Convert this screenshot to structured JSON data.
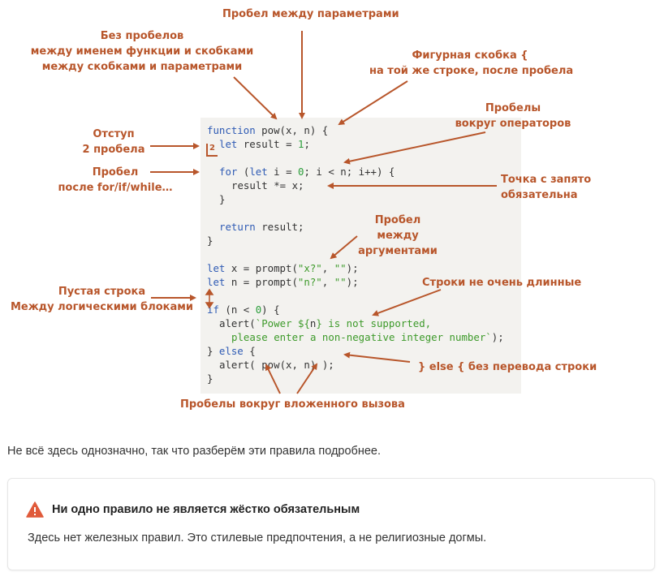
{
  "annotations": {
    "spaces_between_params": "Пробел между параметрами",
    "no_spaces_line1": "Без пробелов",
    "no_spaces_line2": "между именем функции и скобками",
    "no_spaces_line3": "между скобками и параметрами",
    "brace_line1": "Фигурная скобка {",
    "brace_line2": "на той же строке, после пробела",
    "indent_line1": "Отступ",
    "indent_line2": "2 пробела",
    "operators_line1": "Пробелы",
    "operators_line2": "вокруг операторов",
    "for_if_line1": "Пробел",
    "for_if_line2": "после for/if/while…",
    "semicolon_line1": "Точка с запято",
    "semicolon_line2": "обязательна",
    "args_line1": "Пробел",
    "args_line2": "между",
    "args_line3": "аргументами",
    "short_lines": "Строки не очень длинные",
    "blank_line1": "Пустая строка",
    "blank_line2": "Между логическими блоками",
    "else_note": "} else { без перевода строки",
    "nested_call": "Пробелы вокруг вложенного вызова",
    "indent_badge": "2"
  },
  "code": {
    "l1_kw": "function",
    "l1_rest": " pow(x, n) {",
    "l2_kw": "let",
    "l2_a": " result = ",
    "l2_num": "1",
    "l2_b": ";",
    "l3_kw": "for",
    "l3_a": " (",
    "l3_kw2": "let",
    "l3_b": " i = ",
    "l3_num": "0",
    "l3_c": "; i < n; i++) {",
    "l4": "result *= x;",
    "l5": "}",
    "l6_kw": "return",
    "l6_rest": " result;",
    "l7": "}",
    "l8_kw": "let",
    "l8_a": " x = prompt(",
    "l8_s1": "\"x?\"",
    "l8_b": ", ",
    "l8_s2": "\"\"",
    "l8_c": ");",
    "l9_kw": "let",
    "l9_a": " n = prompt(",
    "l9_s1": "\"n?\"",
    "l9_b": ", ",
    "l9_s2": "\"\"",
    "l9_c": ");",
    "l10_kw": "if",
    "l10_a": " (n < ",
    "l10_num": "0",
    "l10_b": ") {",
    "l11_a": "alert(",
    "l11_s1": "`Power ${",
    "l11_v": "n",
    "l11_s2": "} is not supported,",
    "l12_s": "please enter a non-negative integer number`",
    "l12_b": ");",
    "l13_a": "} ",
    "l13_kw": "else",
    "l13_b": " {",
    "l14": "alert( pow(x, n) );",
    "l15": "}"
  },
  "text": {
    "intro": "Не всё здесь однозначно, так что разберём эти правила подробнее.",
    "callout_title": "Ни одно правило не является жёстко обязательным",
    "callout_body": "Здесь нет железных правил. Это стилевые предпочтения, а не религиозные догмы."
  },
  "colors": {
    "annotation": "#b8562b",
    "keyword": "#2f5bb4",
    "number": "#2a9d3a",
    "string": "#3d9a2a",
    "code_bg": "#f3f2ef",
    "warning": "#e05a3a"
  },
  "icons": {
    "callout": "warning-triangle-icon"
  }
}
